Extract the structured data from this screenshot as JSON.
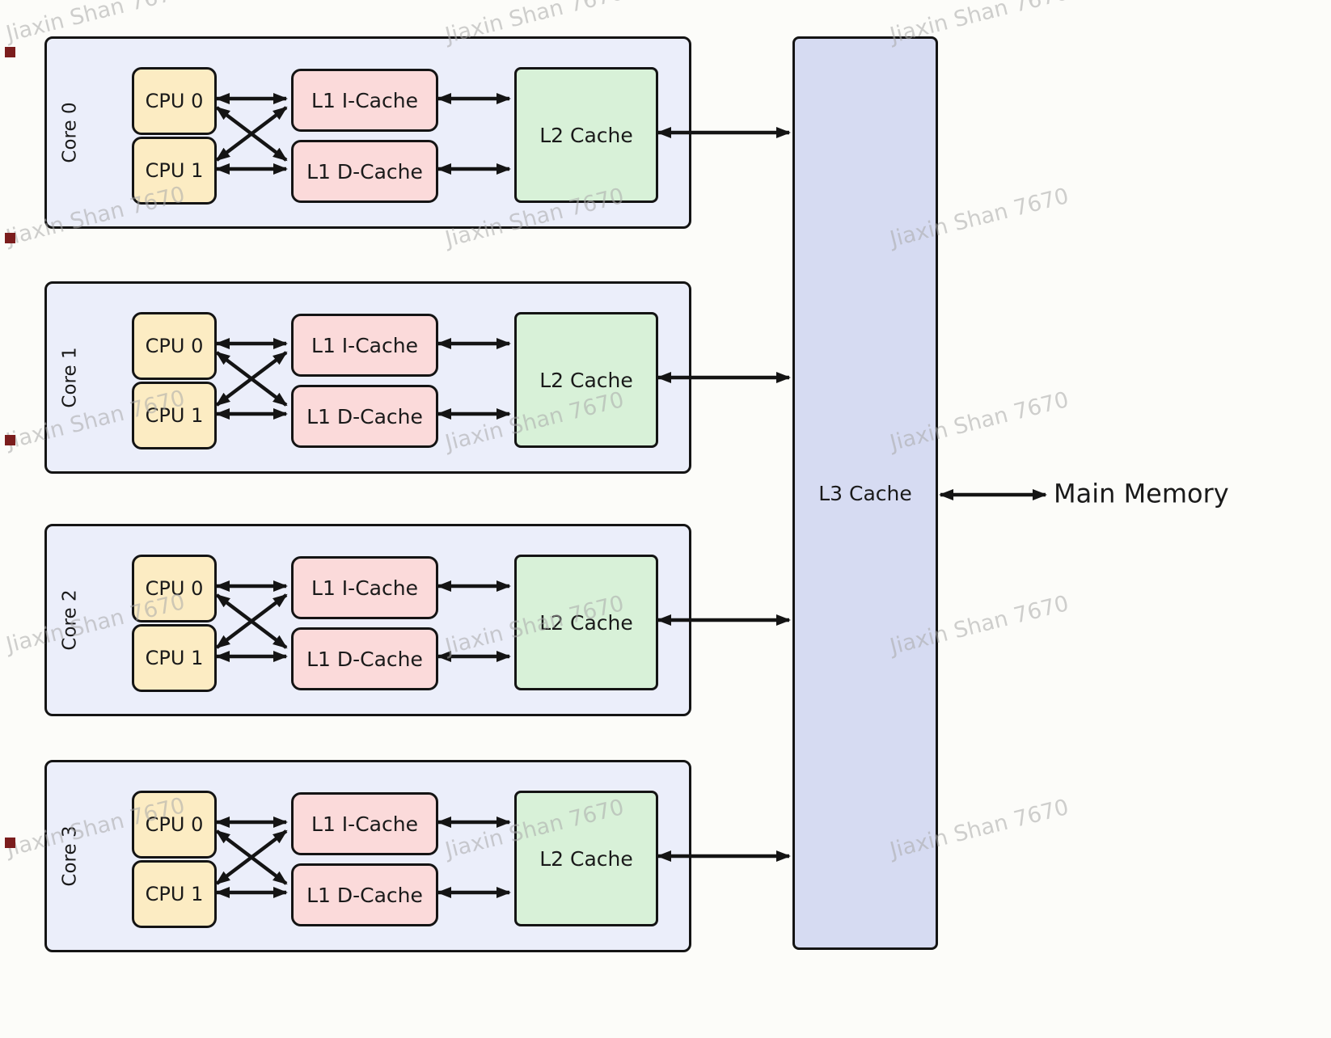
{
  "watermark": {
    "text": "Jiaxin Shan 7670"
  },
  "cores": [
    {
      "label": "Core 0",
      "cpu0": "CPU 0",
      "cpu1": "CPU 1",
      "l1i": "L1 I-Cache",
      "l1d": "L1 D-Cache",
      "l2": "L2 Cache"
    },
    {
      "label": "Core 1",
      "cpu0": "CPU 0",
      "cpu1": "CPU 1",
      "l1i": "L1 I-Cache",
      "l1d": "L1 D-Cache",
      "l2": "L2 Cache"
    },
    {
      "label": "Core 2",
      "cpu0": "CPU 0",
      "cpu1": "CPU 1",
      "l1i": "L1 I-Cache",
      "l1d": "L1 D-Cache",
      "l2": "L2 Cache"
    },
    {
      "label": "Core 3",
      "cpu0": "CPU 0",
      "cpu1": "CPU 1",
      "l1i": "L1 I-Cache",
      "l1d": "L1 D-Cache",
      "l2": "L2 Cache"
    }
  ],
  "l3_cache": {
    "label": "L3 Cache"
  },
  "main_memory": {
    "label": "Main Memory"
  },
  "colors": {
    "background": "#fcfcf9",
    "core_bg": "#ebeefa",
    "cpu_bg": "#fcecc3",
    "l1_bg": "#fbdada",
    "l2_bg": "#d8f1d8",
    "l3_bg": "#d6dbf2",
    "border": "#141414",
    "watermark": "#a9a9a9"
  }
}
